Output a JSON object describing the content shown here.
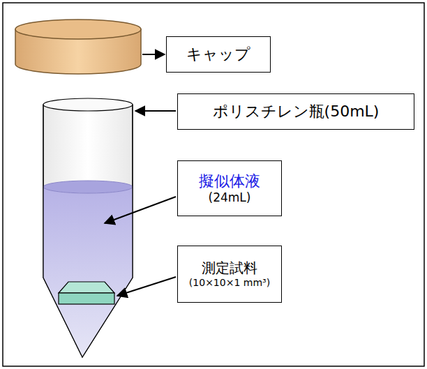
{
  "diagram": {
    "nodes": [
      {
        "text": [
          "キャップ"
        ]
      },
      {
        "text": [
          "ポリスチレン瓶(50mL)"
        ]
      },
      {
        "text": [
          "擬似体液",
          "(24mL)"
        ]
      },
      {
        "text": [
          "測定試料",
          "(10×10×1 mm³)"
        ]
      }
    ]
  }
}
